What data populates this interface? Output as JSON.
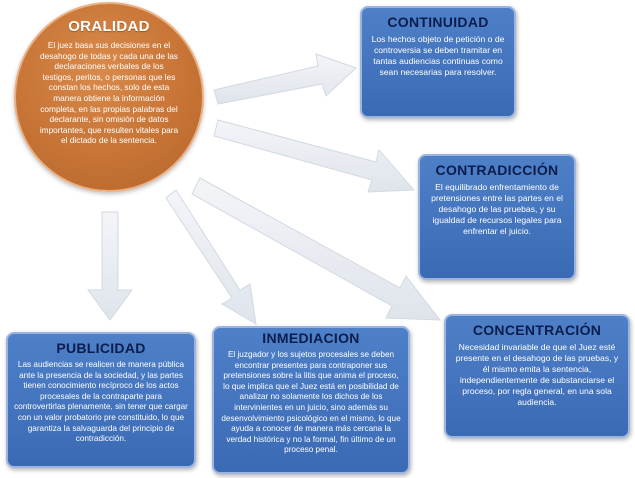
{
  "diagram": {
    "center": {
      "title": "ORALIDAD",
      "text": "El juez basa sus decisiones en el desahogo de todas y cada una de las declaraciones verbales de los testigos, peritos, o personas que les constan los hechos, solo de esta manera obtiene la información completa, en las propias palabras del declarante, sin omisión de datos importantes, que resulten vitales para el dictado de la sentencia."
    },
    "nodes": [
      {
        "title": "CONTINUIDAD",
        "text": "Los hechos objeto de petición o de controversia se deben tramitar en tantas audiencias continuas como sean necesarias para resolver."
      },
      {
        "title": "CONTRADICCIÓN",
        "text": "El equilibrado enfrentamiento de pretensiones entre las partes en el desahogo de las pruebas, y su igualdad de recursos legales para enfrentar el juicio."
      },
      {
        "title": "CONCENTRACIÓN",
        "text": "Necesidad invariable de que el Juez esté presente en el desahogo de las pruebas, y él mismo emita la sentencia, independientemente de substanciarse el proceso, por regla general, en una sola audiencia."
      },
      {
        "title": "PUBLICIDAD",
        "text": "Las audiencias se realicen de manera pública ante la presencia de la sociedad, y las partes tienen conocimiento recíproco de los actos procesales de la contraparte para controvertirlas plenamente, sin tener que cargar con un valor probatorio pre constituido, lo que garantiza la salvaguarda del principio de contradicción."
      },
      {
        "title": "INMEDIACION",
        "text": "El juzgador y los sujetos procesales se deben encontrar presentes para contraponer sus pretensiones sobre la litis que anima el proceso, lo que implica que el Juez está en posibilidad de analizar no solamente los dichos de los intervinientes en un juicio, sino además su desenvolvimiento psicológico en el mismo, lo que ayuda a conocer de manera más cercana la verdad histórica y no la formal, fin último de un proceso penal."
      }
    ],
    "colors": {
      "center": "#c77436",
      "box_light": "#b4c8ec",
      "box_dark": "#4676c0",
      "arrow": "#e9edf3"
    }
  }
}
